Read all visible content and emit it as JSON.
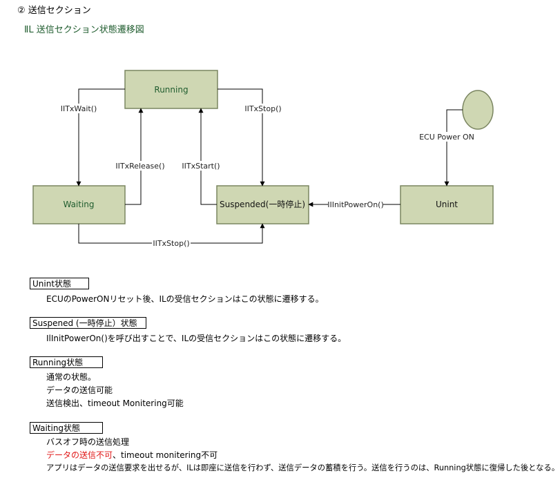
{
  "heading": "② 送信セクション",
  "subheading": "ⅡL  送信セクション状態遷移図",
  "diagram": {
    "states": {
      "running": "Running",
      "waiting": "Waiting",
      "suspended": "Suspended(一時停止)",
      "unint": "Unint"
    },
    "edges": {
      "wait": "IITxWait()",
      "stop_top": "IITxStop()",
      "release": "IITxRelease()",
      "start": "IITxStart()",
      "init_power_on": "IIInitPowerOn()",
      "stop_bottom": "IITxStop()",
      "power_on": "ECU Power ON"
    },
    "colors": {
      "state_fill": "#cfd7b3",
      "state_border": "#7a8560",
      "start_circle": "#cfd7b3"
    }
  },
  "sections": {
    "unint": {
      "title": "Unint状態",
      "lines": [
        "ECUのPowerONリセット後、ILの受信セクションはこの状態に遷移する。"
      ]
    },
    "suspended": {
      "title": "Suspened (一時停止）状態",
      "lines": [
        "IlInitPowerOn()を呼び出すことで、ILの受信セクションはこの状態に遷移する。"
      ]
    },
    "running": {
      "title": "Running状態",
      "lines": [
        "通常の状態。",
        "データの送信可能",
        "送信検出、timeout Monitering可能"
      ]
    },
    "waiting": {
      "title": "Waiting状態",
      "line1": "バスオフ時の送信処理",
      "line2_red": "データの送信不可",
      "line2_rest": "、timeout monitering不可",
      "line3": "アプリはデータの送信要求を出せるが、ILは即座に送信を行わず、送信データの蓄積を行う。送信を行うのは、Running状態に復帰した後となる。"
    }
  }
}
